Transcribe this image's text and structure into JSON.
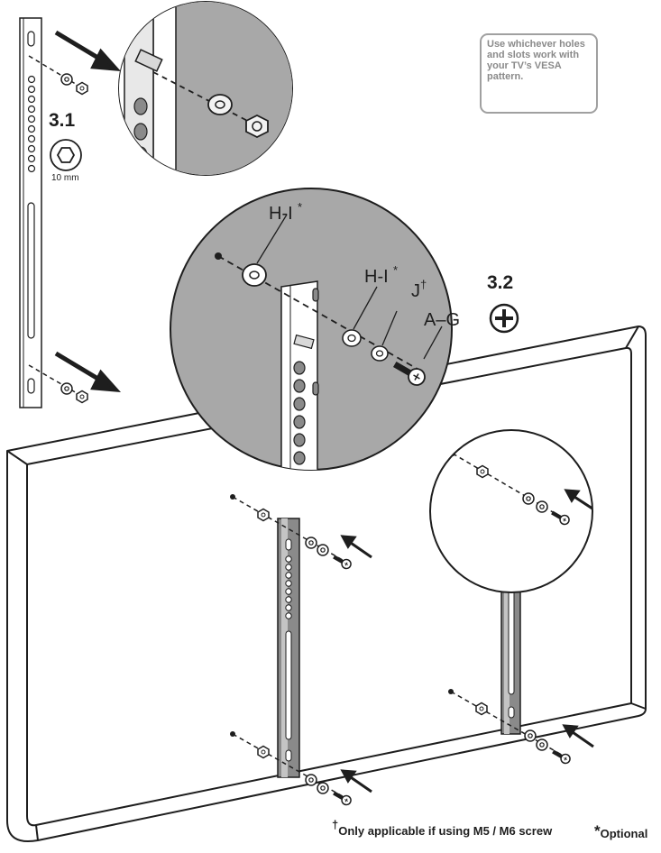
{
  "steps": {
    "step1_number": "3.1",
    "step2_number": "3.2"
  },
  "tool": {
    "size_label": "10 mm",
    "icon": "hex-nut-icon",
    "screwdriver_icon": "phillips-screwdriver-icon"
  },
  "note": {
    "text": "Use whichever holes and slots work with your TV’s VESA pattern."
  },
  "parts": {
    "washer_large_label": "H-I",
    "washer_large_mark": "*",
    "washer_small_label": "H-I",
    "washer_small_mark": "*",
    "spacer_label": "J",
    "spacer_mark": "†",
    "screw_label": "A–G"
  },
  "footnotes": {
    "dagger_symbol": "†",
    "dagger_text": "Only applicable if using M5 / M6 screw",
    "asterisk_symbol": "*",
    "asterisk_text": "Optional"
  },
  "colors": {
    "line": "#1e1e1e",
    "zoom_fill": "#a8a8a8",
    "note_border": "#a0a0a0",
    "note_text": "#8a8a8a"
  }
}
